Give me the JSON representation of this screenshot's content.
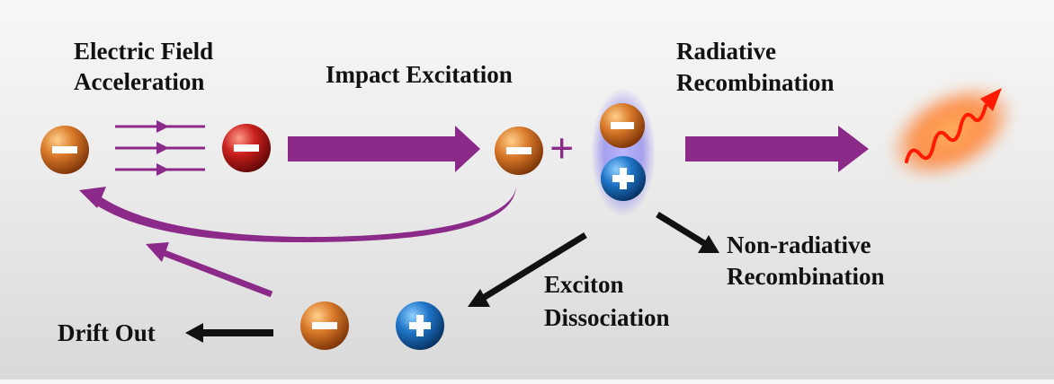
{
  "labels": {
    "electric_field_line1": "Electric Field",
    "electric_field_line2": "Acceleration",
    "impact_excitation": "Impact Excitation",
    "radiative_line1": "Radiative",
    "radiative_line2": "Recombination",
    "nonradiative_line1": "Non-radiative",
    "nonradiative_line2": "Recombination",
    "exciton_line1": "Exciton",
    "exciton_line2": "Dissociation",
    "drift_out": "Drift Out",
    "plus_sign": "+"
  },
  "colors": {
    "purple": "#8c2a8a",
    "black": "#111111",
    "electron": "#c2611a",
    "hot_electron": "#b01616",
    "hole": "#0d5fb0",
    "exciton_glow": "#9b93f0",
    "photon": "#ff1a00",
    "photon_glow": "#ff8a2a"
  },
  "icons": [
    "electron-icon",
    "hot-electron-icon",
    "hole-icon",
    "exciton-icon",
    "photon-icon",
    "arrow-icon"
  ]
}
